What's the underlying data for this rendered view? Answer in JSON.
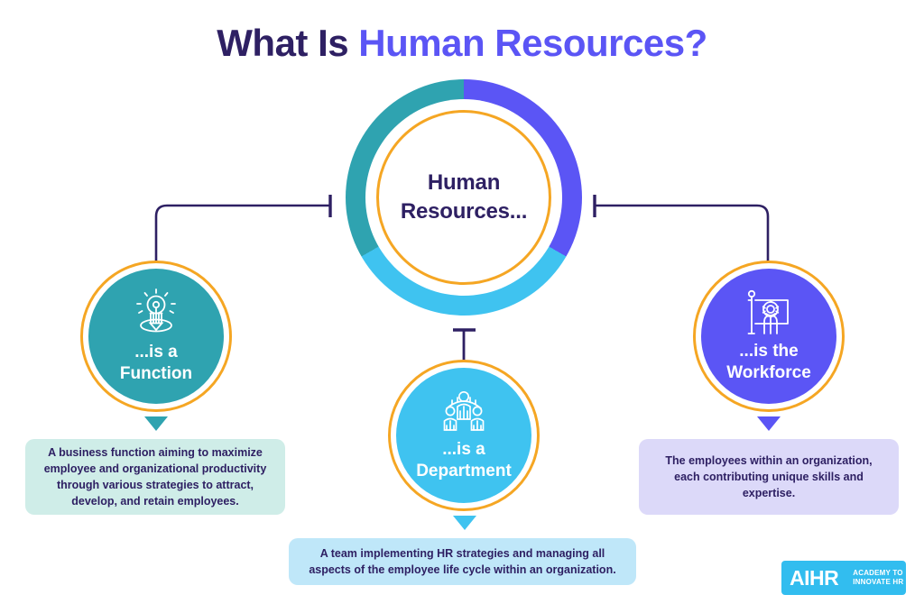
{
  "title": {
    "part_dark": "What Is ",
    "part_accent": "Human Resources?",
    "color_dark": "#2E2063",
    "color_accent": "#5B55F5"
  },
  "center": {
    "label": "Human\nResources...",
    "label_line1": "Human",
    "label_line2": "Resources...",
    "inner_ring_color": "#F5A623",
    "segments": [
      {
        "name": "workforce-segment",
        "color": "#5B55F5",
        "start_deg": 0,
        "end_deg": 120
      },
      {
        "name": "department-segment",
        "color": "#3FC3F0",
        "start_deg": 120,
        "end_deg": 240
      },
      {
        "name": "function-segment",
        "color": "#2FA3B0",
        "start_deg": 240,
        "end_deg": 360
      }
    ]
  },
  "branches": [
    {
      "key": "function",
      "icon": "lightbulb-pin-icon",
      "label_line1": "...is a",
      "label_line2": "Function",
      "circle_color": "#2FA3B0",
      "ring_color": "#F5A623",
      "arrow_color": "#2FA3B0",
      "box_color": "#CFEDE8",
      "description": "A business function aiming to maximize employee and organizational productivity through various strategies to attract, develop, and retain employees."
    },
    {
      "key": "department",
      "icon": "people-group-icon",
      "label_line1": "...is a",
      "label_line2": "Department",
      "circle_color": "#3FC3F0",
      "ring_color": "#F5A623",
      "arrow_color": "#3FC3F0",
      "box_color": "#BFE7F9",
      "description": "A team implementing HR strategies and managing all aspects of the employee life cycle within an organization."
    },
    {
      "key": "workforce",
      "icon": "flag-board-gear-icon",
      "label_line1": "...is the",
      "label_line2": "Workforce",
      "circle_color": "#5B55F5",
      "ring_color": "#F5A623",
      "arrow_color": "#5B55F5",
      "box_color": "#DCD9F9",
      "description": "The employees within an organization, each contributing unique skills and expertise."
    }
  ],
  "connector": {
    "color": "#2E2063"
  },
  "logo": {
    "mark": "AIHR",
    "tagline_line1": "ACADEMY TO",
    "tagline_line2": "INNOVATE HR",
    "background": "#32BDEF"
  }
}
